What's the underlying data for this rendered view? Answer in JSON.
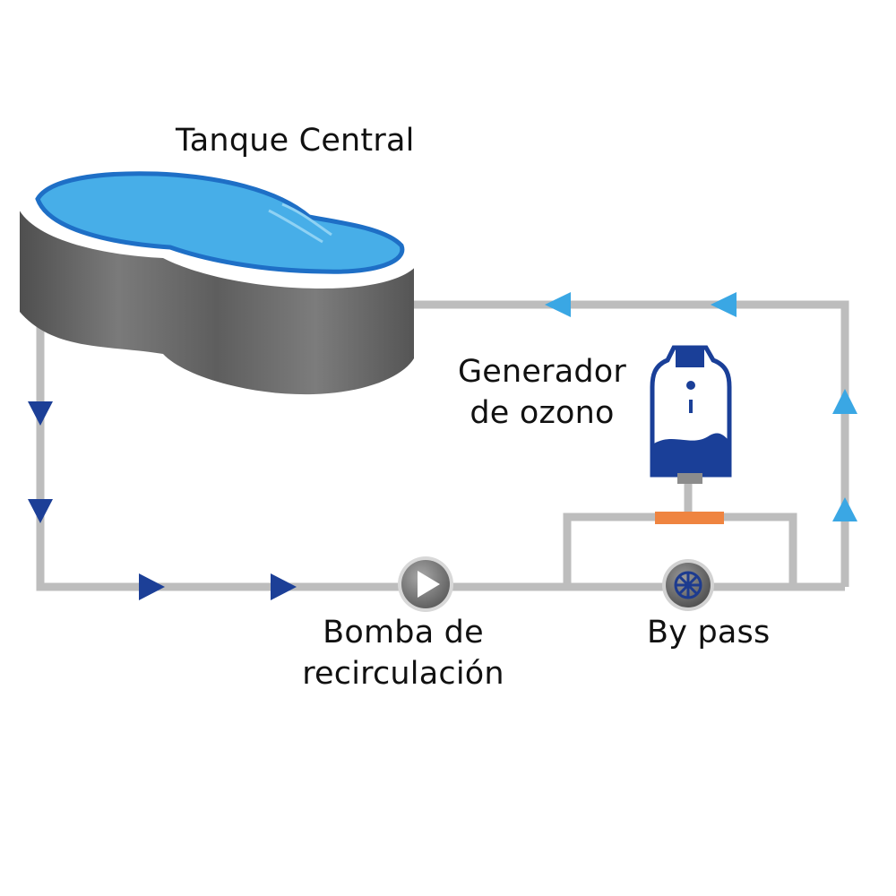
{
  "labels": {
    "tank": "Tanque Central",
    "ozone_line1": "Generador",
    "ozone_line2": "de ozono",
    "pump_line1": "Bomba de",
    "pump_line2": "recirculación",
    "bypass": "By pass"
  },
  "colors": {
    "pipe": "#bdbdbd",
    "water": "#47aee8",
    "water_edge": "#1e6fc6",
    "tank_wall": "#6e6e6e",
    "arrow_dark": "#1c3f97",
    "arrow_light": "#3aa7e4",
    "generator_blue": "#1a3f98",
    "valve_orange": "#ef8440",
    "pump_body": "#7d7d7d"
  },
  "icons": {
    "tank": "pool-tank-icon",
    "ozone_generator": "ozone-generator-icon",
    "pump": "play-pump-icon",
    "bypass_valve": "valve-wheel-icon",
    "flow_arrows": "triangle-arrow-icon"
  }
}
